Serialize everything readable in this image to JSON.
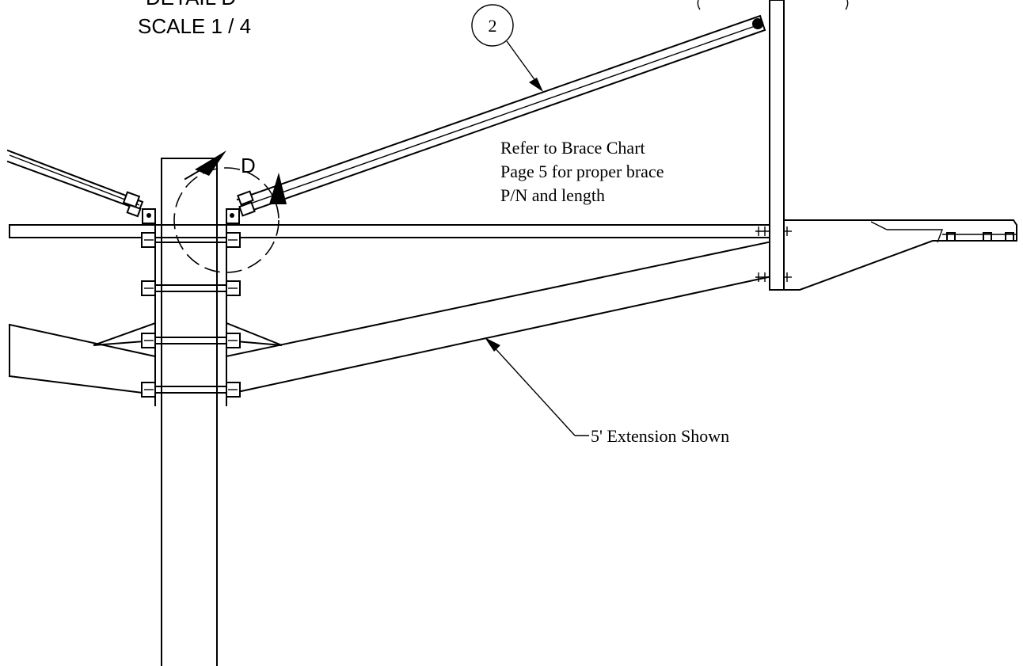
{
  "detail_title_partial": "DETAIL D",
  "detail_scale": "SCALE 1 / 4",
  "detail_marker": "D",
  "balloon_number": "2",
  "note_lines": [
    "Refer to Brace Chart",
    "Page 5 for proper brace",
    "P/N and length"
  ],
  "extension_label": "5' Extension Shown"
}
